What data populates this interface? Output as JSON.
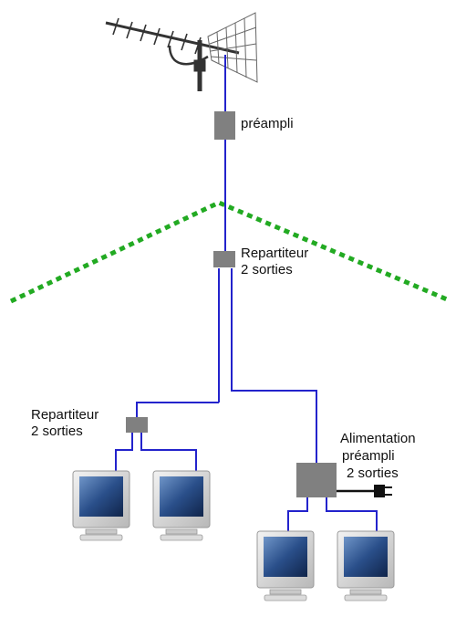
{
  "labels": {
    "preampli": "préampli",
    "repartiteur_top_line1": "Repartiteur",
    "repartiteur_top_line2": "2 sorties",
    "repartiteur_left_line1": "Repartiteur",
    "repartiteur_left_line2": "2 sorties",
    "alimentation_line1": "Alimentation",
    "alimentation_line2": "préampli",
    "alimentation_line3": "2 sorties"
  },
  "colors": {
    "cable": "#2323cc",
    "box": "#808080",
    "roof": "#22aa22",
    "antenna": "#333333",
    "screen": "#2a4f8a",
    "monitor_frame": "#d8d8d8"
  },
  "icons": {
    "antenna": "tv-antenna-icon",
    "monitor": "tv-monitor-icon",
    "plug": "power-plug-icon"
  }
}
